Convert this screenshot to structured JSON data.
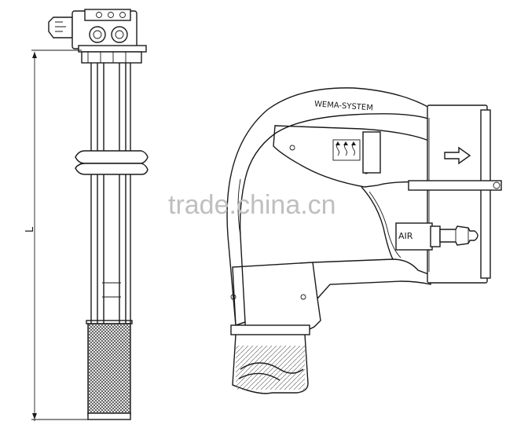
{
  "drawing": {
    "dimension_label": "L",
    "brand_label": "WEMA-SYSTEM",
    "port_label": "AIR",
    "watermark": "trade.china.cn"
  },
  "colors": {
    "line": "#1a1a1a",
    "background": "#ffffff",
    "watermark": "#bfbfbf"
  }
}
